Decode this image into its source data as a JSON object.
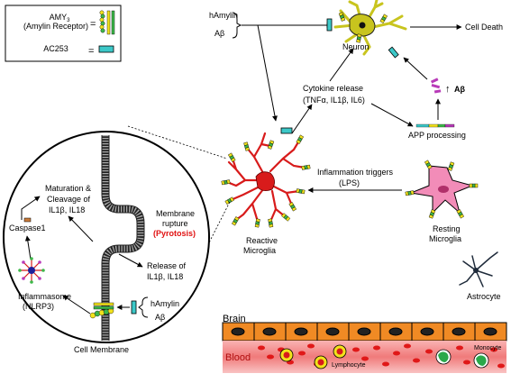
{
  "legend": {
    "receptor_line1": "AMY",
    "receptor_sub": "3",
    "receptor_line2": "(Amylin Receptor)",
    "equals": "=",
    "ac253": "AC253"
  },
  "inputs": {
    "hamylin": "hAmylin",
    "abeta": "Aβ"
  },
  "neuron": {
    "label": "Neuron",
    "outcome": "Cell Death"
  },
  "cytokine": {
    "line1": "Cytokine release",
    "line2": "(TNFα, IL1β, IL6)"
  },
  "app": {
    "label": "APP processing",
    "abeta_up": "Aβ",
    "arrow_up": "↑"
  },
  "microglia": {
    "reactive1": "Reactive",
    "reactive2": "Microglia",
    "resting1": "Resting",
    "resting2": "Microglia",
    "trigger1": "Inflammation triggers",
    "trigger2": "(LPS)"
  },
  "cell_detail": {
    "maturation1": "Maturation &",
    "maturation2": "Cleavage of",
    "maturation3": "IL1β, IL18",
    "caspase": "Caspase1",
    "rupture1": "Membrane",
    "rupture2": "rupture",
    "pyroptosis": "(Pyrotosis)",
    "release1": "Release of",
    "release2": "IL1β, IL18",
    "inflammasome1": "Inflammasome",
    "inflammasome2": "(NLRP3)",
    "hamylin": "hAmylin",
    "abeta": "Aβ",
    "membrane": "Cell Membrane"
  },
  "bbb": {
    "brain": "Brain",
    "blood": "Blood",
    "lymphocyte": "Lymphocyte",
    "monocyte": "Monocyte",
    "astrocyte": "Astrocyte"
  },
  "colors": {
    "neuron": "#c8c41e",
    "microglia_reactive": "#d81b1b",
    "microglia_resting": "#f28cb8",
    "ac253": "#3cc8c8",
    "receptor_yellow": "#f2e21c",
    "receptor_green": "#3db84a",
    "pyroptosis": "#e01010",
    "brain_cell": "#f08a24",
    "blood": "#f08a8a"
  }
}
